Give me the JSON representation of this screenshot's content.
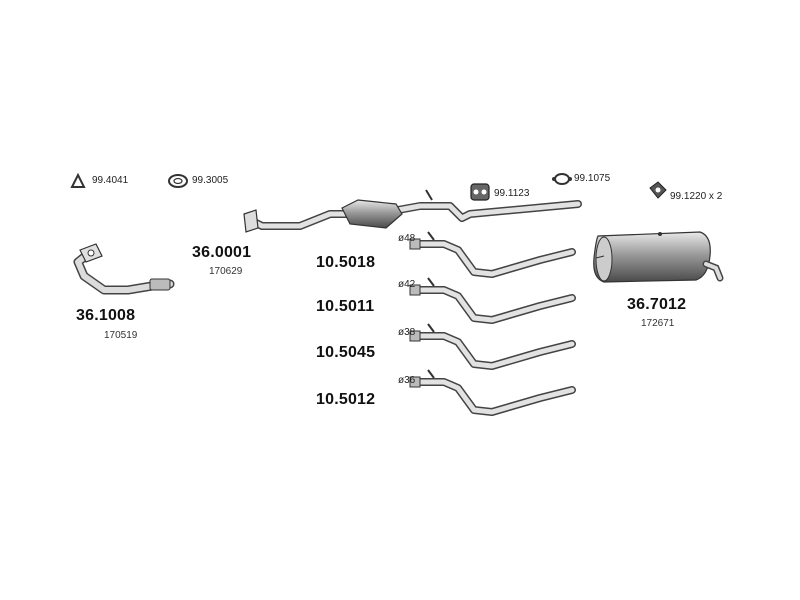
{
  "accessories": [
    {
      "code": "99.4041",
      "icon": "o-ring-icon"
    },
    {
      "code": "99.3005",
      "icon": "gasket-ring-icon"
    },
    {
      "code": "99.1123",
      "icon": "rubber-hanger-icon"
    },
    {
      "code": "99.1075",
      "icon": "mount-ring-icon"
    },
    {
      "code": "99.1220 x 2",
      "icon": "bracket-icon"
    }
  ],
  "parts": {
    "front_pipe": {
      "code": "36.1008",
      "ref": "170519"
    },
    "catalytic_pipe": {
      "code": "36.0001",
      "ref": "170629"
    },
    "rear_silencer": {
      "code": "36.7012",
      "ref": "172671"
    }
  },
  "middle_pipes": [
    {
      "code": "10.5018",
      "diameter": "ø48"
    },
    {
      "code": "10.5011",
      "diameter": "ø42"
    },
    {
      "code": "10.5045",
      "diameter": "ø38"
    },
    {
      "code": "10.5012",
      "diameter": "ø36"
    }
  ],
  "colors": {
    "line": "#333333",
    "fill": "#d9d9d9",
    "dark": "#555555"
  }
}
